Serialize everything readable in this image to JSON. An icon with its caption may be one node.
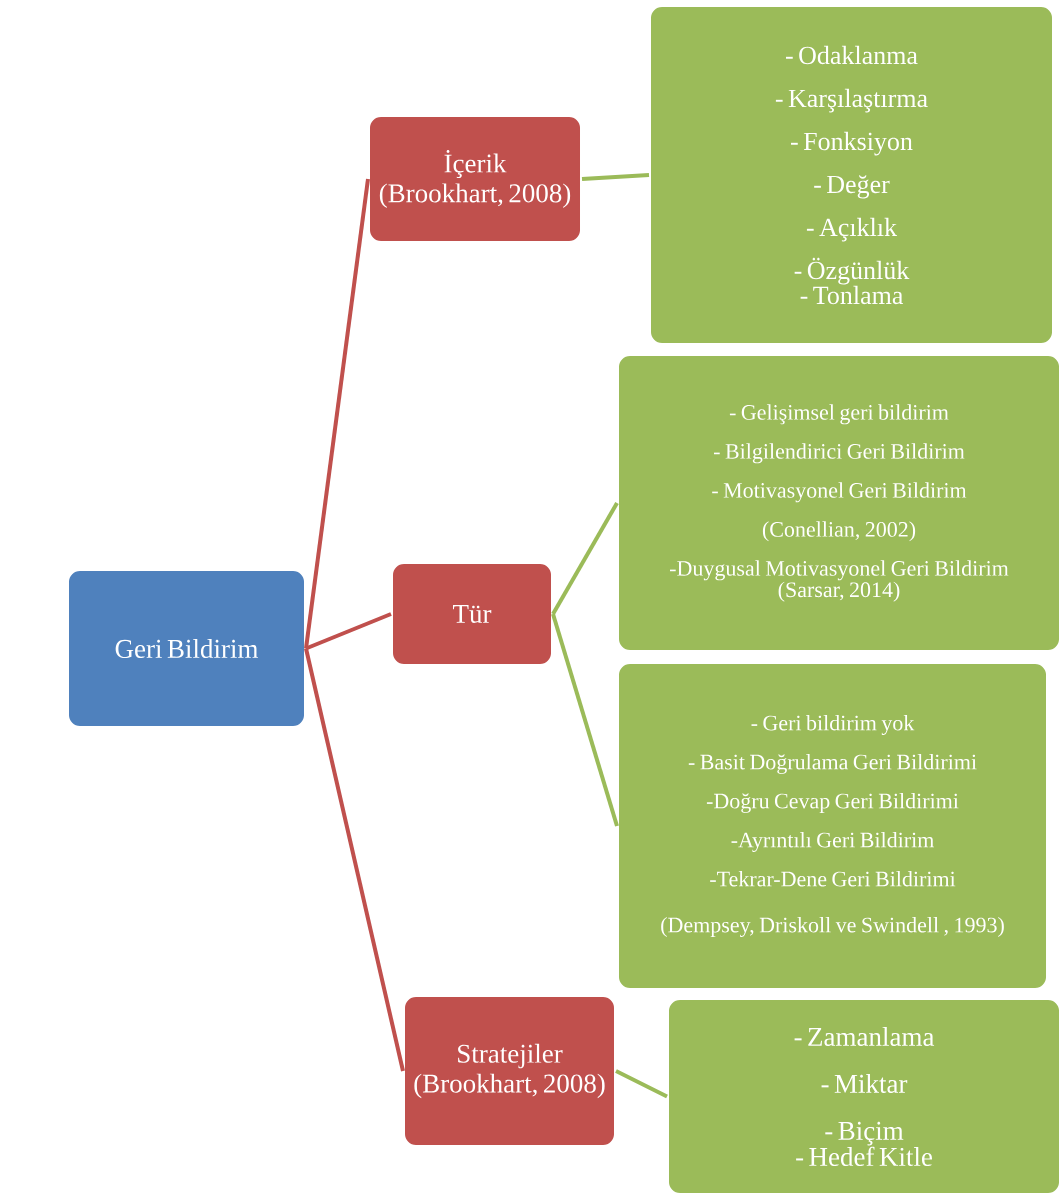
{
  "diagram": {
    "nodes": [
      {
        "text": [
          "Geri Bildirim"
        ]
      },
      {
        "text": [
          "İçerik",
          "(Brookhart, 2008)"
        ]
      },
      {
        "text": [
          "Tür"
        ]
      },
      {
        "text": [
          "Stratejiler",
          "(Brookhart, 2008)"
        ]
      },
      {
        "text": [
          "- Odaklanma",
          "- Karşılaştırma",
          "- Fonksiyon",
          "- Değer",
          "- Açıklık",
          "- Özgünlük",
          "- Tonlama"
        ]
      },
      {
        "text": [
          "- Gelişimsel geri bildirim",
          "- Bilgilendirici Geri Bildirim",
          "- Motivasyonel Geri Bildirim",
          "(Conellian, 2002)",
          "-Duygusal Motivasyonel Geri Bildirim",
          "(Sarsar, 2014)"
        ]
      },
      {
        "text": [
          "- Geri bildirim yok",
          "- Basit Doğrulama Geri Bildirimi",
          "-Doğru Cevap Geri Bildirimi",
          "-Ayrıntılı Geri Bildirim",
          "-Tekrar-Dene Geri Bildirimi",
          "(Dempsey, Driskoll ve Swindell , 1993)"
        ]
      },
      {
        "text": [
          "- Zamanlama",
          "- Miktar",
          "- Biçim",
          "- Hedef Kitle"
        ]
      }
    ],
    "edges": [
      {
        "from": 0,
        "to": 1,
        "arrow": "none",
        "color": "#c0504d"
      },
      {
        "from": 0,
        "to": 2,
        "arrow": "none",
        "color": "#c0504d"
      },
      {
        "from": 0,
        "to": 3,
        "arrow": "none",
        "color": "#c0504d"
      },
      {
        "from": 1,
        "to": 4,
        "arrow": "none",
        "color": "#9bbb59"
      },
      {
        "from": 2,
        "to": 5,
        "arrow": "none",
        "color": "#9bbb59"
      },
      {
        "from": 2,
        "to": 6,
        "arrow": "none",
        "color": "#9bbb59"
      },
      {
        "from": 3,
        "to": 7,
        "arrow": "none",
        "color": "#9bbb59"
      }
    ]
  }
}
